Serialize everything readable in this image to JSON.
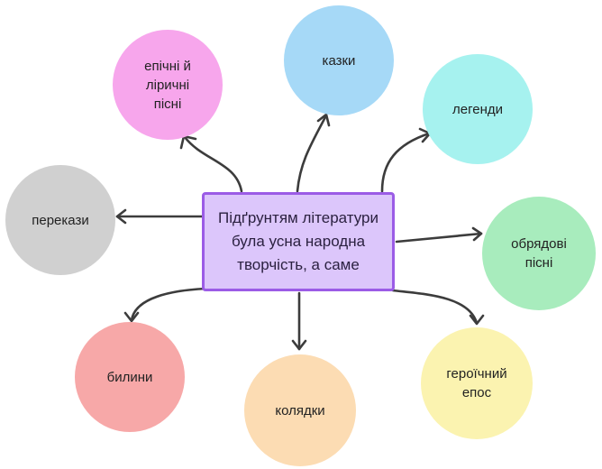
{
  "center": {
    "text": "Підґрунтям літератури\nбула усна народна\nтворчість, а саме"
  },
  "items": [
    {
      "id": "epichni",
      "label": "епічні й\nліричні\nпісні",
      "color": "#f7a6ec"
    },
    {
      "id": "kazky",
      "label": "казки",
      "color": "#a6d9f7"
    },
    {
      "id": "legendy",
      "label": "легенди",
      "color": "#a6f2ef"
    },
    {
      "id": "perekazy",
      "label": "перекази",
      "color": "#d0d0d0"
    },
    {
      "id": "obriadovi",
      "label": "обрядові\nпісні",
      "color": "#a8ecbd"
    },
    {
      "id": "bylyny",
      "label": "билини",
      "color": "#f7a8a8"
    },
    {
      "id": "koliadky",
      "label": "колядки",
      "color": "#fcdcb3"
    },
    {
      "id": "heroichnyi",
      "label": "героїчний\nепос",
      "color": "#fbf3b0"
    }
  ],
  "colors": {
    "center_fill": "#dcc6fb",
    "center_border": "#9b5ce6",
    "arrow": "#3c3c3c"
  }
}
